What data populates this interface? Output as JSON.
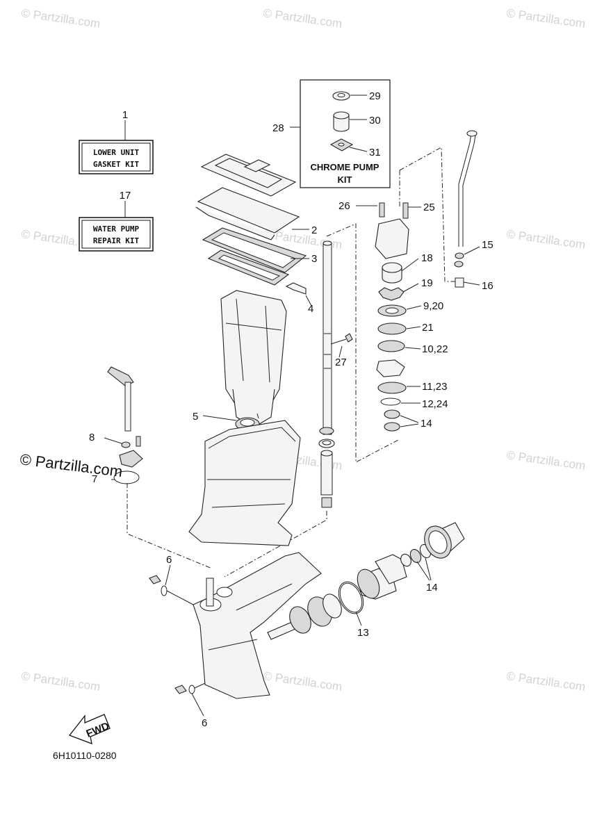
{
  "watermarks": {
    "text": "© Partzilla.com",
    "bold_text": "© Partzilla.com"
  },
  "kits": {
    "gasket": {
      "line1": "LOWER UNIT",
      "line2": "GASKET KIT"
    },
    "water_pump": {
      "line1": "WATER PUMP",
      "line2": "REPAIR KIT"
    },
    "chrome": {
      "line1": "CHROME PUMP",
      "line2": "KIT"
    }
  },
  "callouts": {
    "c1": "1",
    "c2": "2",
    "c3": "3",
    "c4": "4",
    "c5": "5",
    "c6a": "6",
    "c6b": "6",
    "c7": "7",
    "c8": "8",
    "c9_20": "9,20",
    "c10_22": "10,22",
    "c11_23": "11,23",
    "c12_24": "12,24",
    "c13": "13",
    "c14a": "14",
    "c14b": "14",
    "c15": "15",
    "c16": "16",
    "c17": "17",
    "c18": "18",
    "c19": "19",
    "c21": "21",
    "c25": "25",
    "c26": "26",
    "c27": "27",
    "c28": "28",
    "c29": "29",
    "c30": "30",
    "c31": "31"
  },
  "fwd_label": "FWD",
  "diagram_code": "6H10110-0280",
  "colors": {
    "ink": "#111111",
    "watermark": "#d2d2d2",
    "paper": "#ffffff"
  }
}
